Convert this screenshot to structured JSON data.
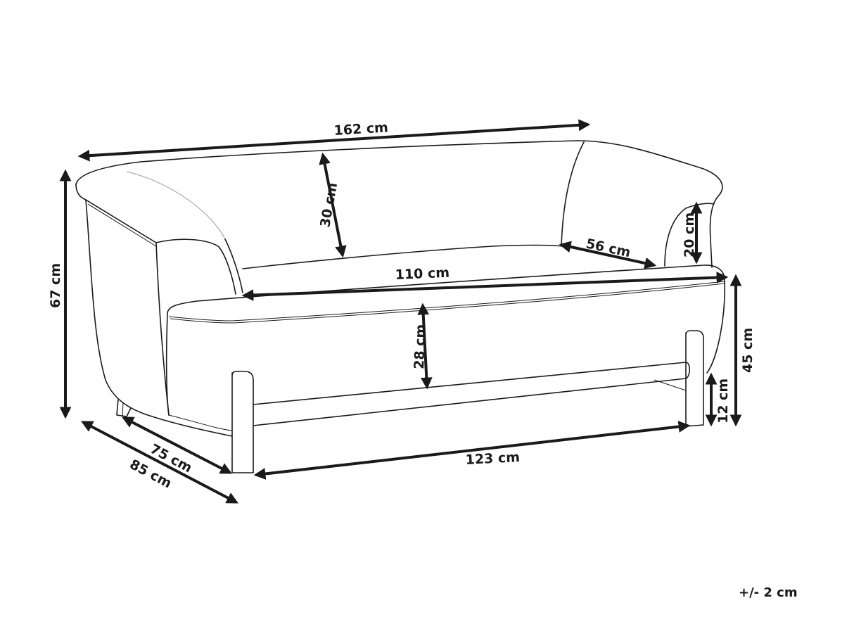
{
  "diagram": {
    "subject": "sofa",
    "line_color": "#1a1a1a",
    "background": "#ffffff",
    "dimensions": {
      "total_width": "162 cm",
      "backrest_height": "30 cm",
      "seat_width": "110 cm",
      "seat_depth": "56 cm",
      "armrest_height": "20 cm",
      "total_height": "67 cm",
      "seat_height": "45 cm",
      "leg_height": "12 cm",
      "seat_front_height": "28 cm",
      "inner_depth": "75 cm",
      "total_depth": "85 cm",
      "leg_span": "123 cm"
    },
    "tolerance": "+/- 2 cm"
  }
}
